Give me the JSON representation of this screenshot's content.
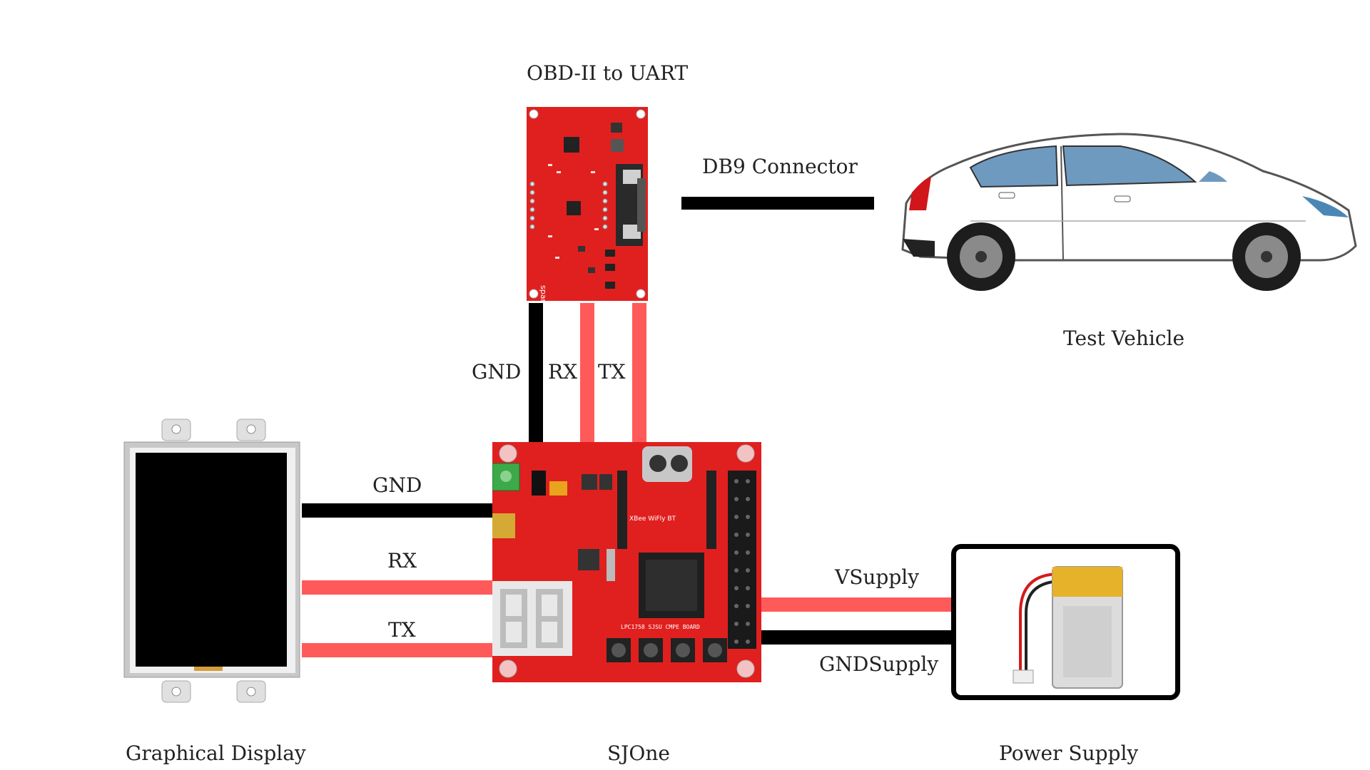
{
  "components": {
    "obd": {
      "title": "OBD-II to UART",
      "brand_text": "sparkfun.com"
    },
    "vehicle": {
      "title": "Test Vehicle"
    },
    "display": {
      "title": "Graphical Display"
    },
    "sjone": {
      "title": "SJOne",
      "board_text": "LPC1758 SJSU CMPE BOARD",
      "xbee_text": "XBee WiFly BT"
    },
    "power": {
      "title": "Power Supply"
    }
  },
  "connections": {
    "db9": {
      "label": "DB9 Connector"
    },
    "obd_gnd": {
      "label": "GND"
    },
    "obd_rx": {
      "label": "RX"
    },
    "obd_tx": {
      "label": "TX"
    },
    "disp_gnd": {
      "label": "GND"
    },
    "disp_rx": {
      "label": "RX"
    },
    "disp_tx": {
      "label": "TX"
    },
    "vsupply": {
      "label": "VSupply"
    },
    "gndsupply": {
      "label": "GNDSupply"
    }
  },
  "colors": {
    "board_red": "#e0201f",
    "wire_black": "#000000",
    "wire_signal": "#ff5a5a",
    "label_text": "#222222"
  }
}
